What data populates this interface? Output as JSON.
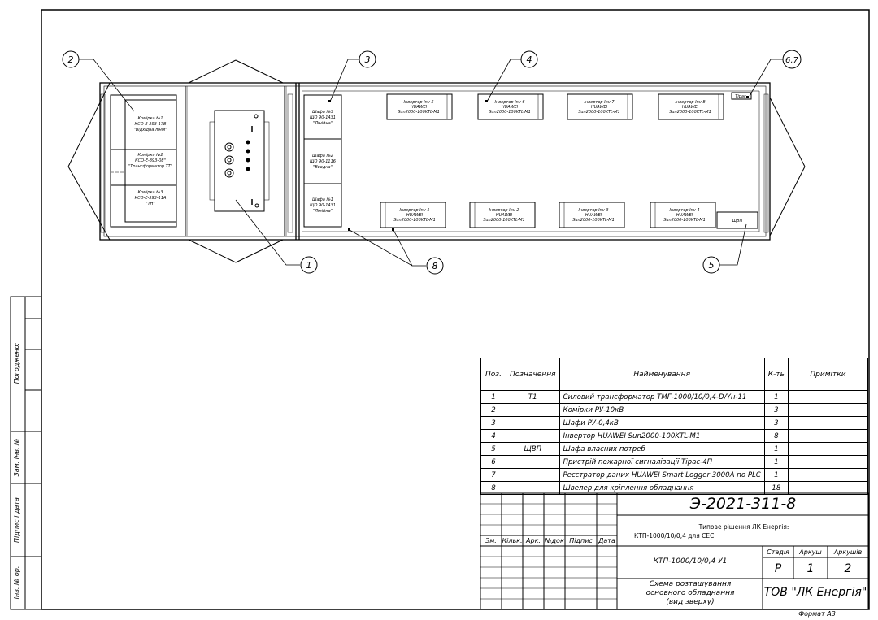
{
  "drawing": {
    "callouts": [
      "2",
      "3",
      "4",
      "6,7",
      "1",
      "8",
      "5"
    ],
    "cells": [
      {
        "title": "Комірка №1",
        "code": "КСО-Е-393-17В",
        "desc": "\"Відхідна лінія\""
      },
      {
        "title": "Комірка №2",
        "code": "КСО-Е-393-08\"",
        "desc": "\"Трансформатор ТТ\""
      },
      {
        "title": "Комірка №3",
        "code": "КСО-Е-393-11А",
        "desc": "\"ТН\""
      }
    ],
    "cabinets": [
      {
        "title": "Шафа №3",
        "code": "ЩО 90-1431",
        "desc": "\"Лінійна\""
      },
      {
        "title": "Шафа №2",
        "code": "ЩО 90-1116",
        "desc": "\"Вводна\""
      },
      {
        "title": "Шафа №1",
        "code": "ЩО 90-1431",
        "desc": "\"Лінійна\""
      }
    ],
    "inverters_top": [
      {
        "title": "Інвертор Inv 5",
        "brand": "HUAWEI",
        "model": "Sun2000-100KTL-M1"
      },
      {
        "title": "Інвертор Inv 6",
        "brand": "HUAWEI",
        "model": "Sun2000-100KTL-M1"
      },
      {
        "title": "Інвертор Inv 7",
        "brand": "HUAWEI",
        "model": "Sun2000-100KTL-M1"
      },
      {
        "title": "Інвертор Inv 8",
        "brand": "HUAWEI",
        "model": "Sun2000-100KTL-M1"
      }
    ],
    "inverters_bottom": [
      {
        "title": "Інвертор Inv 1",
        "brand": "HUAWEI",
        "model": "Sun2000-100KTL-M1"
      },
      {
        "title": "Інвертор Inv 2",
        "brand": "HUAWEI",
        "model": "Sun2000-100KTL-M1"
      },
      {
        "title": "Інвертор Inv 3",
        "brand": "HUAWEI",
        "model": "Sun2000-100KTL-M1"
      },
      {
        "title": "Інвертор Inv 4",
        "brand": "HUAWEI",
        "model": "Sun2000-100KTL-M1"
      }
    ],
    "tiras_label": "Tipac",
    "shchvp_label": "ЩВП"
  },
  "spec": {
    "headers": {
      "pos": "Поз.",
      "designation": "Позначення",
      "name": "Найменування",
      "qty": "К-ть",
      "notes": "Примітки"
    },
    "rows": [
      {
        "pos": "1",
        "designation": "Т1",
        "name": "Силовий трансформатор ТМГ-1000/10/0,4-D/Yн-11",
        "qty": "1"
      },
      {
        "pos": "2",
        "designation": "",
        "name": "Комірки РУ-10кВ",
        "qty": "3"
      },
      {
        "pos": "3",
        "designation": "",
        "name": "Шафи РУ-0,4кВ",
        "qty": "3"
      },
      {
        "pos": "4",
        "designation": "",
        "name": "Інвертор HUAWEI Sun2000-100KTL-M1",
        "qty": "8"
      },
      {
        "pos": "5",
        "designation": "ЩВП",
        "name": "Шафа власних потреб",
        "qty": "1"
      },
      {
        "pos": "6",
        "designation": "",
        "name": "Пристрій пожарної сигналізації Тірас-4П",
        "qty": "1"
      },
      {
        "pos": "7",
        "designation": "",
        "name": "Реєстратор даних HUAWEI Smart Logger 3000A по PLC",
        "qty": "1"
      },
      {
        "pos": "8",
        "designation": "",
        "name": "Швелер для кріплення обладнання",
        "qty": "18"
      }
    ]
  },
  "title_block": {
    "doc_number": "Э-2021-311-8",
    "project_line1": "Типове рішення ЛК Енергія:",
    "project_line2": "КТП-1000/10/0,4 для СЕС",
    "rev_headers": [
      "Зм.",
      "Кільк.",
      "Арк.",
      "№док",
      "Підпис",
      "Дата"
    ],
    "object": "КТП-1000/10/0,4 У1",
    "stage_label": "Стадія",
    "sheet_label": "Аркуш",
    "sheets_label": "Аркушів",
    "stage": "Р",
    "sheet": "1",
    "sheets": "2",
    "sheet_title_1": "Схема розташування",
    "sheet_title_2": "основного обладнання",
    "sheet_title_3": "(вид зверху)",
    "company": "ТОВ \"ЛК Енергія\"",
    "format": "Формат А3"
  },
  "side_stamp": {
    "agreed": "Погоджено:",
    "replaced": "Зам. інв. №",
    "sign_date": "Підпис і дата",
    "inv_orig": "Інв. № ор."
  }
}
